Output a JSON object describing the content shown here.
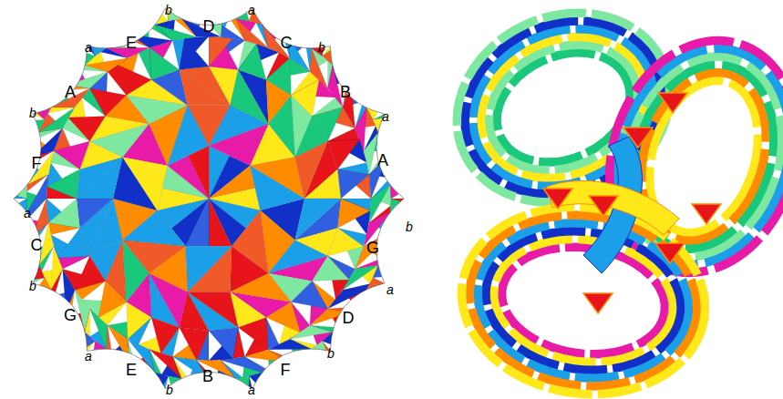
{
  "diagram": {
    "labels": [
      "b",
      "D",
      "a",
      "E",
      "a",
      "C",
      "b",
      "A",
      "B",
      "b",
      "a",
      "F",
      "A",
      "a",
      "b",
      "C",
      "G",
      "b",
      "a",
      "G",
      "D",
      "a",
      "b",
      "E",
      "F",
      "b",
      "B",
      "a"
    ]
  }
}
